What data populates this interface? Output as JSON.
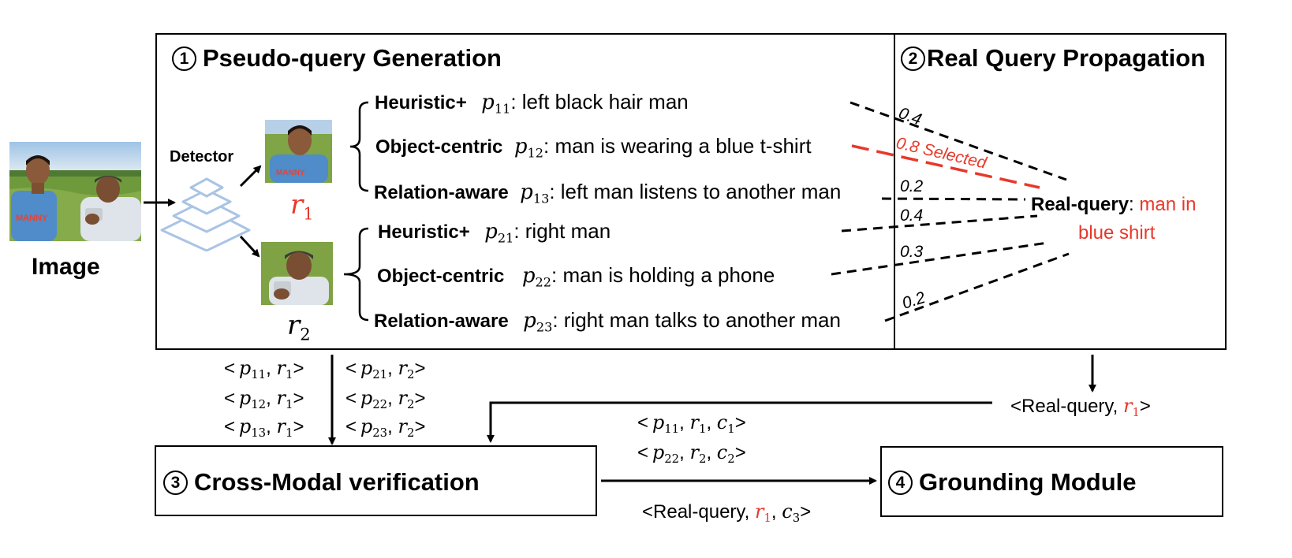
{
  "image_label": "Image",
  "detector_label": "Detector",
  "regions": [
    {
      "symbol": "r",
      "index": "1",
      "color": "#e8382a"
    },
    {
      "symbol": "r",
      "index": "2",
      "color": "#000000"
    }
  ],
  "panels": {
    "pseudo": {
      "number": "1",
      "title": "Pseudo-query Generation"
    },
    "propagation": {
      "number": "2",
      "title": "Real Query Propagation"
    },
    "verification": {
      "number": "3",
      "title": "Cross-Modal verification"
    },
    "grounding": {
      "number": "4",
      "title": "Grounding Module"
    }
  },
  "pseudo_queries": [
    {
      "type": "Heuristic+",
      "p": "p",
      "sub": "11",
      "text": ": left black hair man"
    },
    {
      "type": "Object-centric",
      "p": "p",
      "sub": "12",
      "text": ": man is wearing a blue t-shirt"
    },
    {
      "type": "Relation-aware",
      "p": "p",
      "sub": "13",
      "text": ": left man listens to another man"
    },
    {
      "type": "Heuristic+",
      "p": "p",
      "sub": "21",
      "text": ": right man"
    },
    {
      "type": "Object-centric",
      "p": "p",
      "sub": "22",
      "text": ": man is holding a phone"
    },
    {
      "type": "Relation-aware",
      "p": "p",
      "sub": "23",
      "text": ": right man talks to another man"
    }
  ],
  "weights": [
    "0.4",
    "0.8",
    "0.2",
    "0.4",
    "0.3",
    "0.2"
  ],
  "selected_label": "Selected",
  "real_query": {
    "label": "Real-query",
    "colon": ":",
    "line1": "man in",
    "line2": "blue shirt"
  },
  "pairs_left": [
    {
      "p": "11",
      "r": "1"
    },
    {
      "p": "12",
      "r": "1"
    },
    {
      "p": "13",
      "r": "1"
    }
  ],
  "pairs_right": [
    {
      "p": "21",
      "r": "2"
    },
    {
      "p": "22",
      "r": "2"
    },
    {
      "p": "23",
      "r": "2"
    }
  ],
  "real_pair": {
    "label": "Real-query",
    "r": "1"
  },
  "triplets": [
    {
      "p": "11",
      "r": "1",
      "c": "1"
    },
    {
      "p": "22",
      "r": "2",
      "c": "2"
    }
  ],
  "real_triplet": {
    "label": "Real-query",
    "r": "1",
    "c": "3"
  },
  "colors": {
    "accent_red": "#e8382a",
    "detector_blue": "#a9c4e4"
  }
}
